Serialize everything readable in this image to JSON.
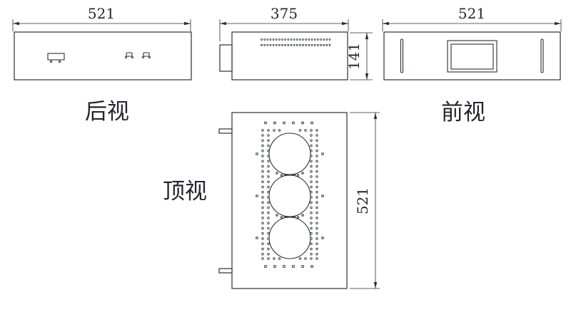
{
  "drawing": {
    "rear": {
      "label": "后视",
      "dim_width": "521"
    },
    "side": {
      "dim_width": "375",
      "dim_height": "141"
    },
    "front": {
      "label": "前视",
      "dim_width": "521"
    },
    "top": {
      "label": "顶视",
      "dim_height": "521"
    }
  },
  "colors": {
    "line": "#2b2f36",
    "background": "#ffffff"
  }
}
